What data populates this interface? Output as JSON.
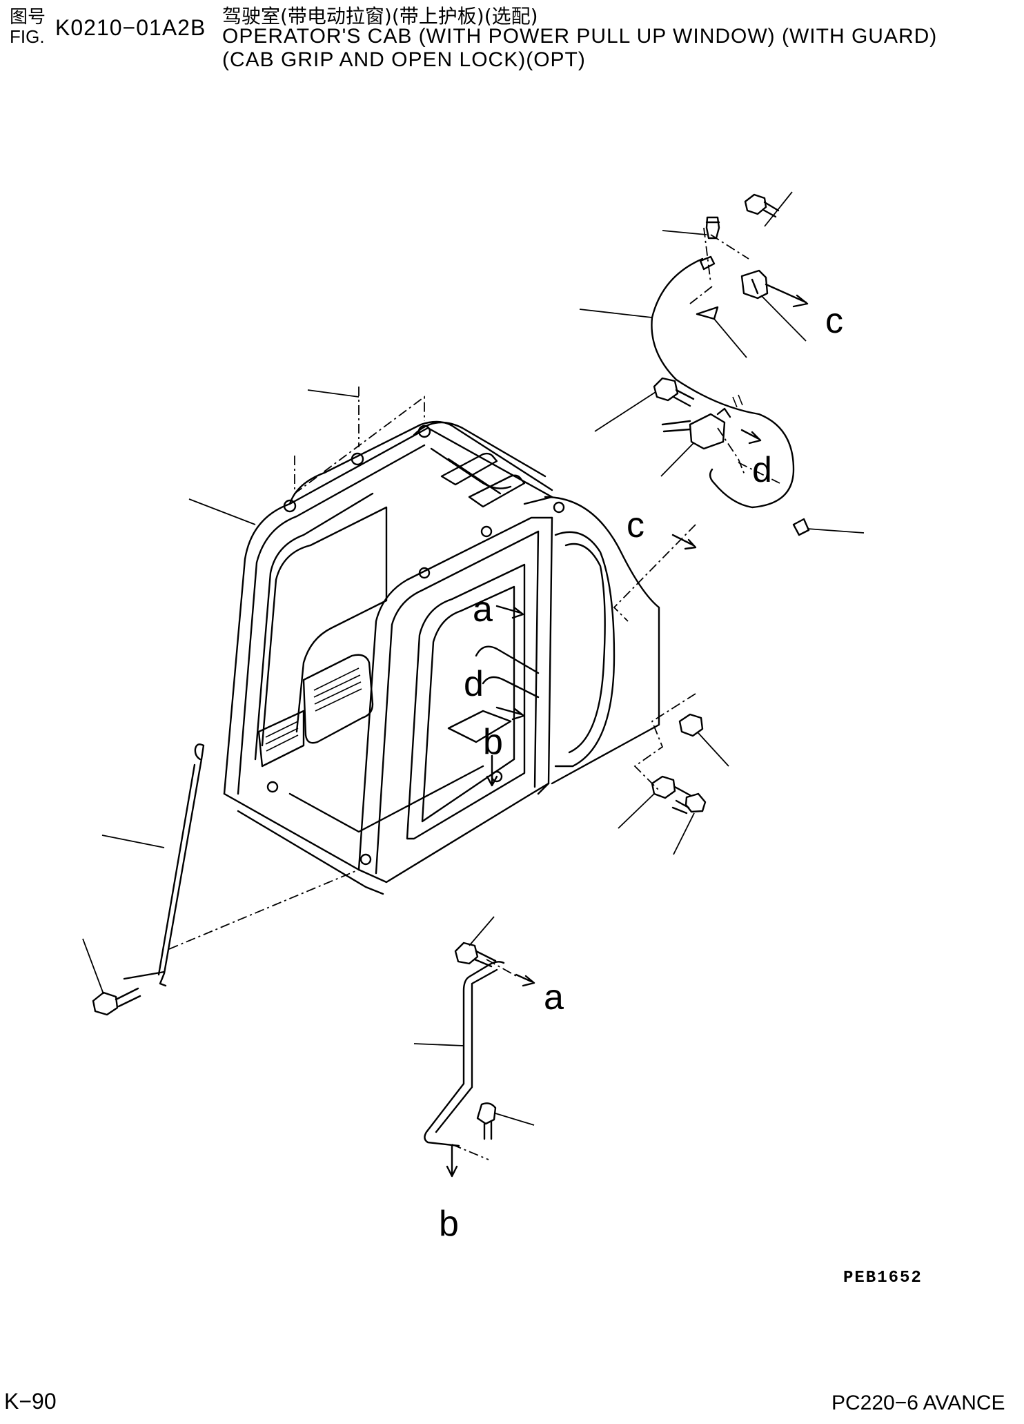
{
  "header": {
    "fig_label_cn": "图号",
    "fig_label_en": "FIG.",
    "fig_number": "K0210−01A2B",
    "title_cn": "驾驶室(带电动拉窗)(带上护板)(选配)",
    "title_en_line1": "OPERATOR'S CAB (WITH POWER PULL UP WINDOW) (WITH GUARD)",
    "title_en_line2": "(CAB GRIP AND OPEN LOCK)(OPT)"
  },
  "diagram": {
    "callouts": {
      "c_top": "c",
      "d_top": "d",
      "c_mid": "c",
      "a_mid": "a",
      "d_mid": "d",
      "b_mid": "b",
      "a_low": "a",
      "b_low": "b"
    },
    "drawing_code": "PEB1652"
  },
  "footer": {
    "page": "K−90",
    "model": "PC220−6 AVANCE"
  }
}
